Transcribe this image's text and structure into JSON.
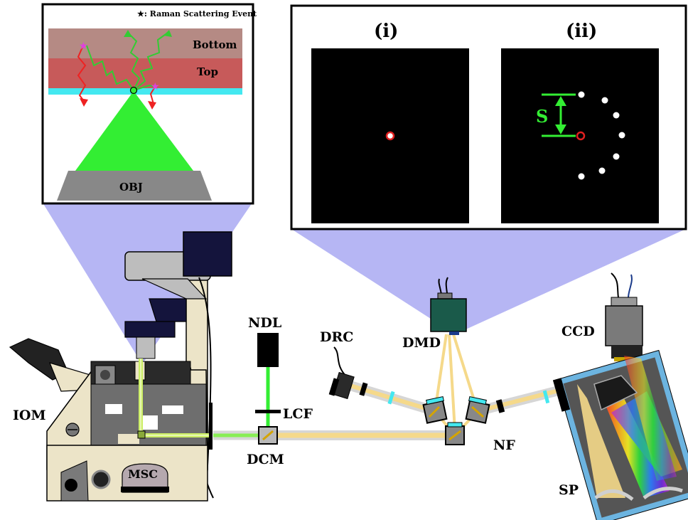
{
  "inset_left": {
    "legend": "★: Raman Scattering Event",
    "layer_bottom": "Bottom",
    "layer_top": "Top",
    "objective": "OBJ"
  },
  "inset_right": {
    "panel_i": "(i)",
    "panel_ii": "(ii)",
    "separation": "S"
  },
  "components": {
    "iom": "IOM",
    "msc": "MSC",
    "ndl": "NDL",
    "lcf": "LCF",
    "dcm": "DCM",
    "drc": "DRC",
    "dmd": "DMD",
    "nf": "NF",
    "ccd": "CCD",
    "sp": "SP"
  },
  "colors": {
    "laser": "#33ee33",
    "beam": "#f5d98a",
    "projection": "#a9a9f2",
    "raman_event": "#e040e0",
    "scatter_up": "#33cc33",
    "scatter_down": "#ee2222",
    "substrate": "#44e8f0"
  }
}
